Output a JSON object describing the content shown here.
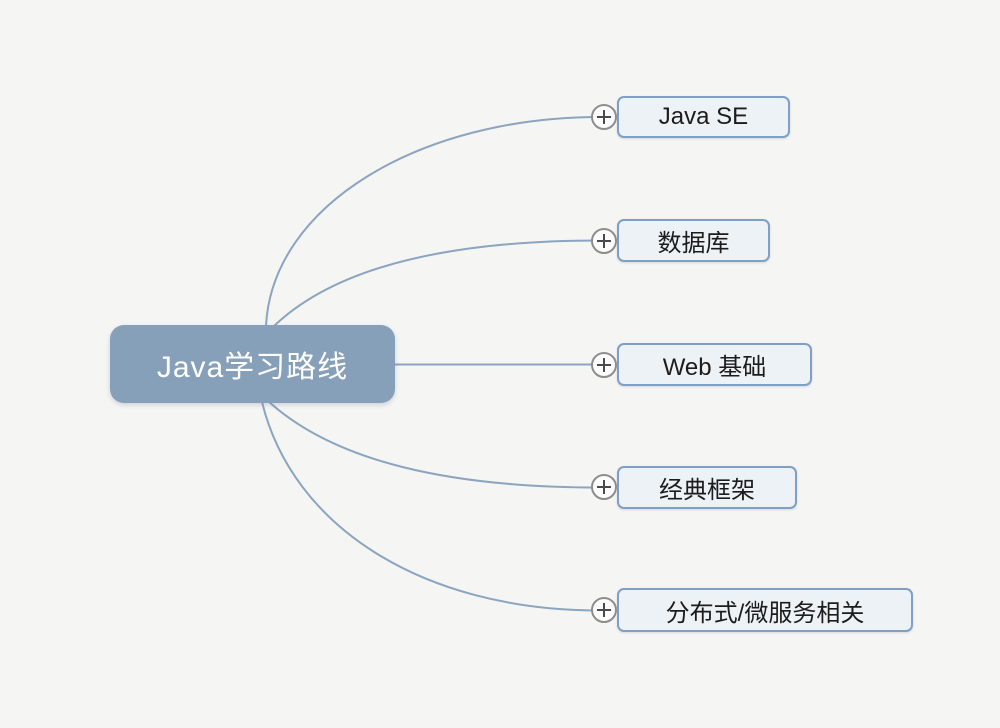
{
  "colors": {
    "canvas-bg": "#f5f5f4",
    "root-fill": "#87a0ba",
    "root-text": "#ffffff",
    "topic-fill": "#edf2f7",
    "topic-border": "#7fa0c3",
    "topic-text": "#1c1c1c",
    "connector": "#8ba4c0",
    "toggle-fill": "#fcfcfc",
    "toggle-border": "#8d8d8d",
    "toggle-glyph": "#4a4a4a"
  },
  "mindmap": {
    "root": {
      "label": "Java学习路线"
    },
    "topics": [
      {
        "label": "Java SE",
        "toggle_icon": "circle-plus"
      },
      {
        "label": "数据库",
        "toggle_icon": "circle-plus"
      },
      {
        "label": "Web 基础",
        "toggle_icon": "circle-plus"
      },
      {
        "label": "经典框架",
        "toggle_icon": "circle-plus"
      },
      {
        "label": "分布式/微服务相关",
        "toggle_icon": "circle-plus"
      }
    ]
  }
}
